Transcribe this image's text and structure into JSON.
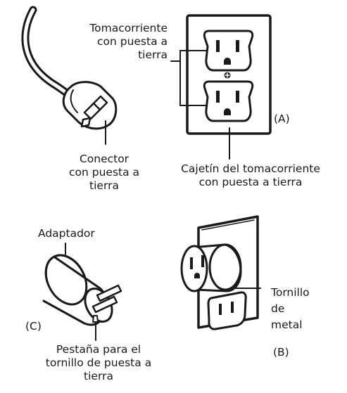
{
  "labels": {
    "grounded_outlet": "Tomacorriente\ncon puesta a\ntierra",
    "grounded_plug": "Conector\ncon puesta a\ntierra",
    "outlet_box": "Cajetín del tomacorriente\ncon puesta a tierra",
    "adapter": "Adaptador",
    "grounding_tab": "Pestaña para el\ntornillo de puesta a\ntierra",
    "metal_screw": "Tornillo\nde\nmetal",
    "fig_a": "(A)",
    "fig_b": "(B)",
    "fig_c": "(C)"
  },
  "colors": {
    "ink": "#1a1a1a",
    "background": "#ffffff"
  },
  "icons": [
    "grounded-plug-icon",
    "duplex-outlet-icon",
    "adapter-icon",
    "outlet-with-adapter-icon"
  ]
}
